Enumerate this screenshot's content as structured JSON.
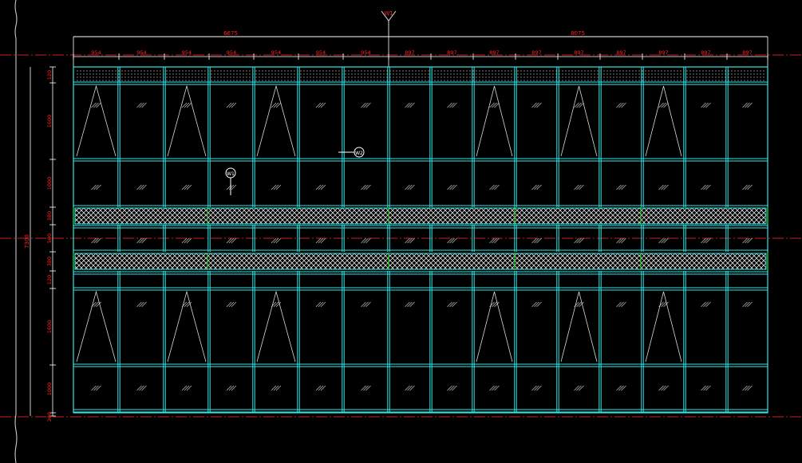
{
  "drawing": {
    "top_overall": [
      "6675",
      "8075"
    ],
    "left_bays": [
      "954",
      "954",
      "954",
      "954",
      "954",
      "954",
      "954"
    ],
    "right_bays": [
      "897",
      "897",
      "897",
      "897",
      "897",
      "897",
      "897",
      "897",
      "897"
    ],
    "vertical_dims": [
      "120",
      "1600",
      "1000",
      "380",
      "500",
      "380",
      "120",
      "1600",
      "1000",
      "200"
    ],
    "overall_height": "7300",
    "axis_tag": "W1",
    "markers": [
      "W1",
      "W2"
    ],
    "colors": {
      "background": "#000000",
      "frame": "#33e6e6",
      "dimension": "#ff2020",
      "dimension_line": "#ffffff",
      "centerline": "#c82020",
      "panel_lines": "#d9d9d9",
      "separator": "#22cc22"
    }
  }
}
